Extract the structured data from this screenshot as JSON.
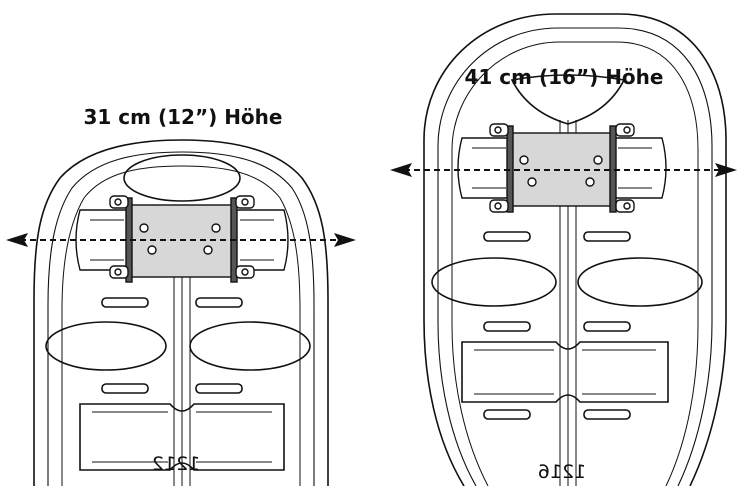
{
  "figure": {
    "left_panel": {
      "height_label": "31 cm (12”) Höhe",
      "model_code": "1212"
    },
    "right_panel": {
      "height_label": "41 cm (16”) Höhe",
      "model_code": "1216"
    },
    "colors": {
      "line": "#111111",
      "bracket_fill": "#d7d7d7",
      "background": "#ffffff"
    },
    "icons": {
      "width_arrow": "double-headed-dashed-arrow"
    }
  }
}
